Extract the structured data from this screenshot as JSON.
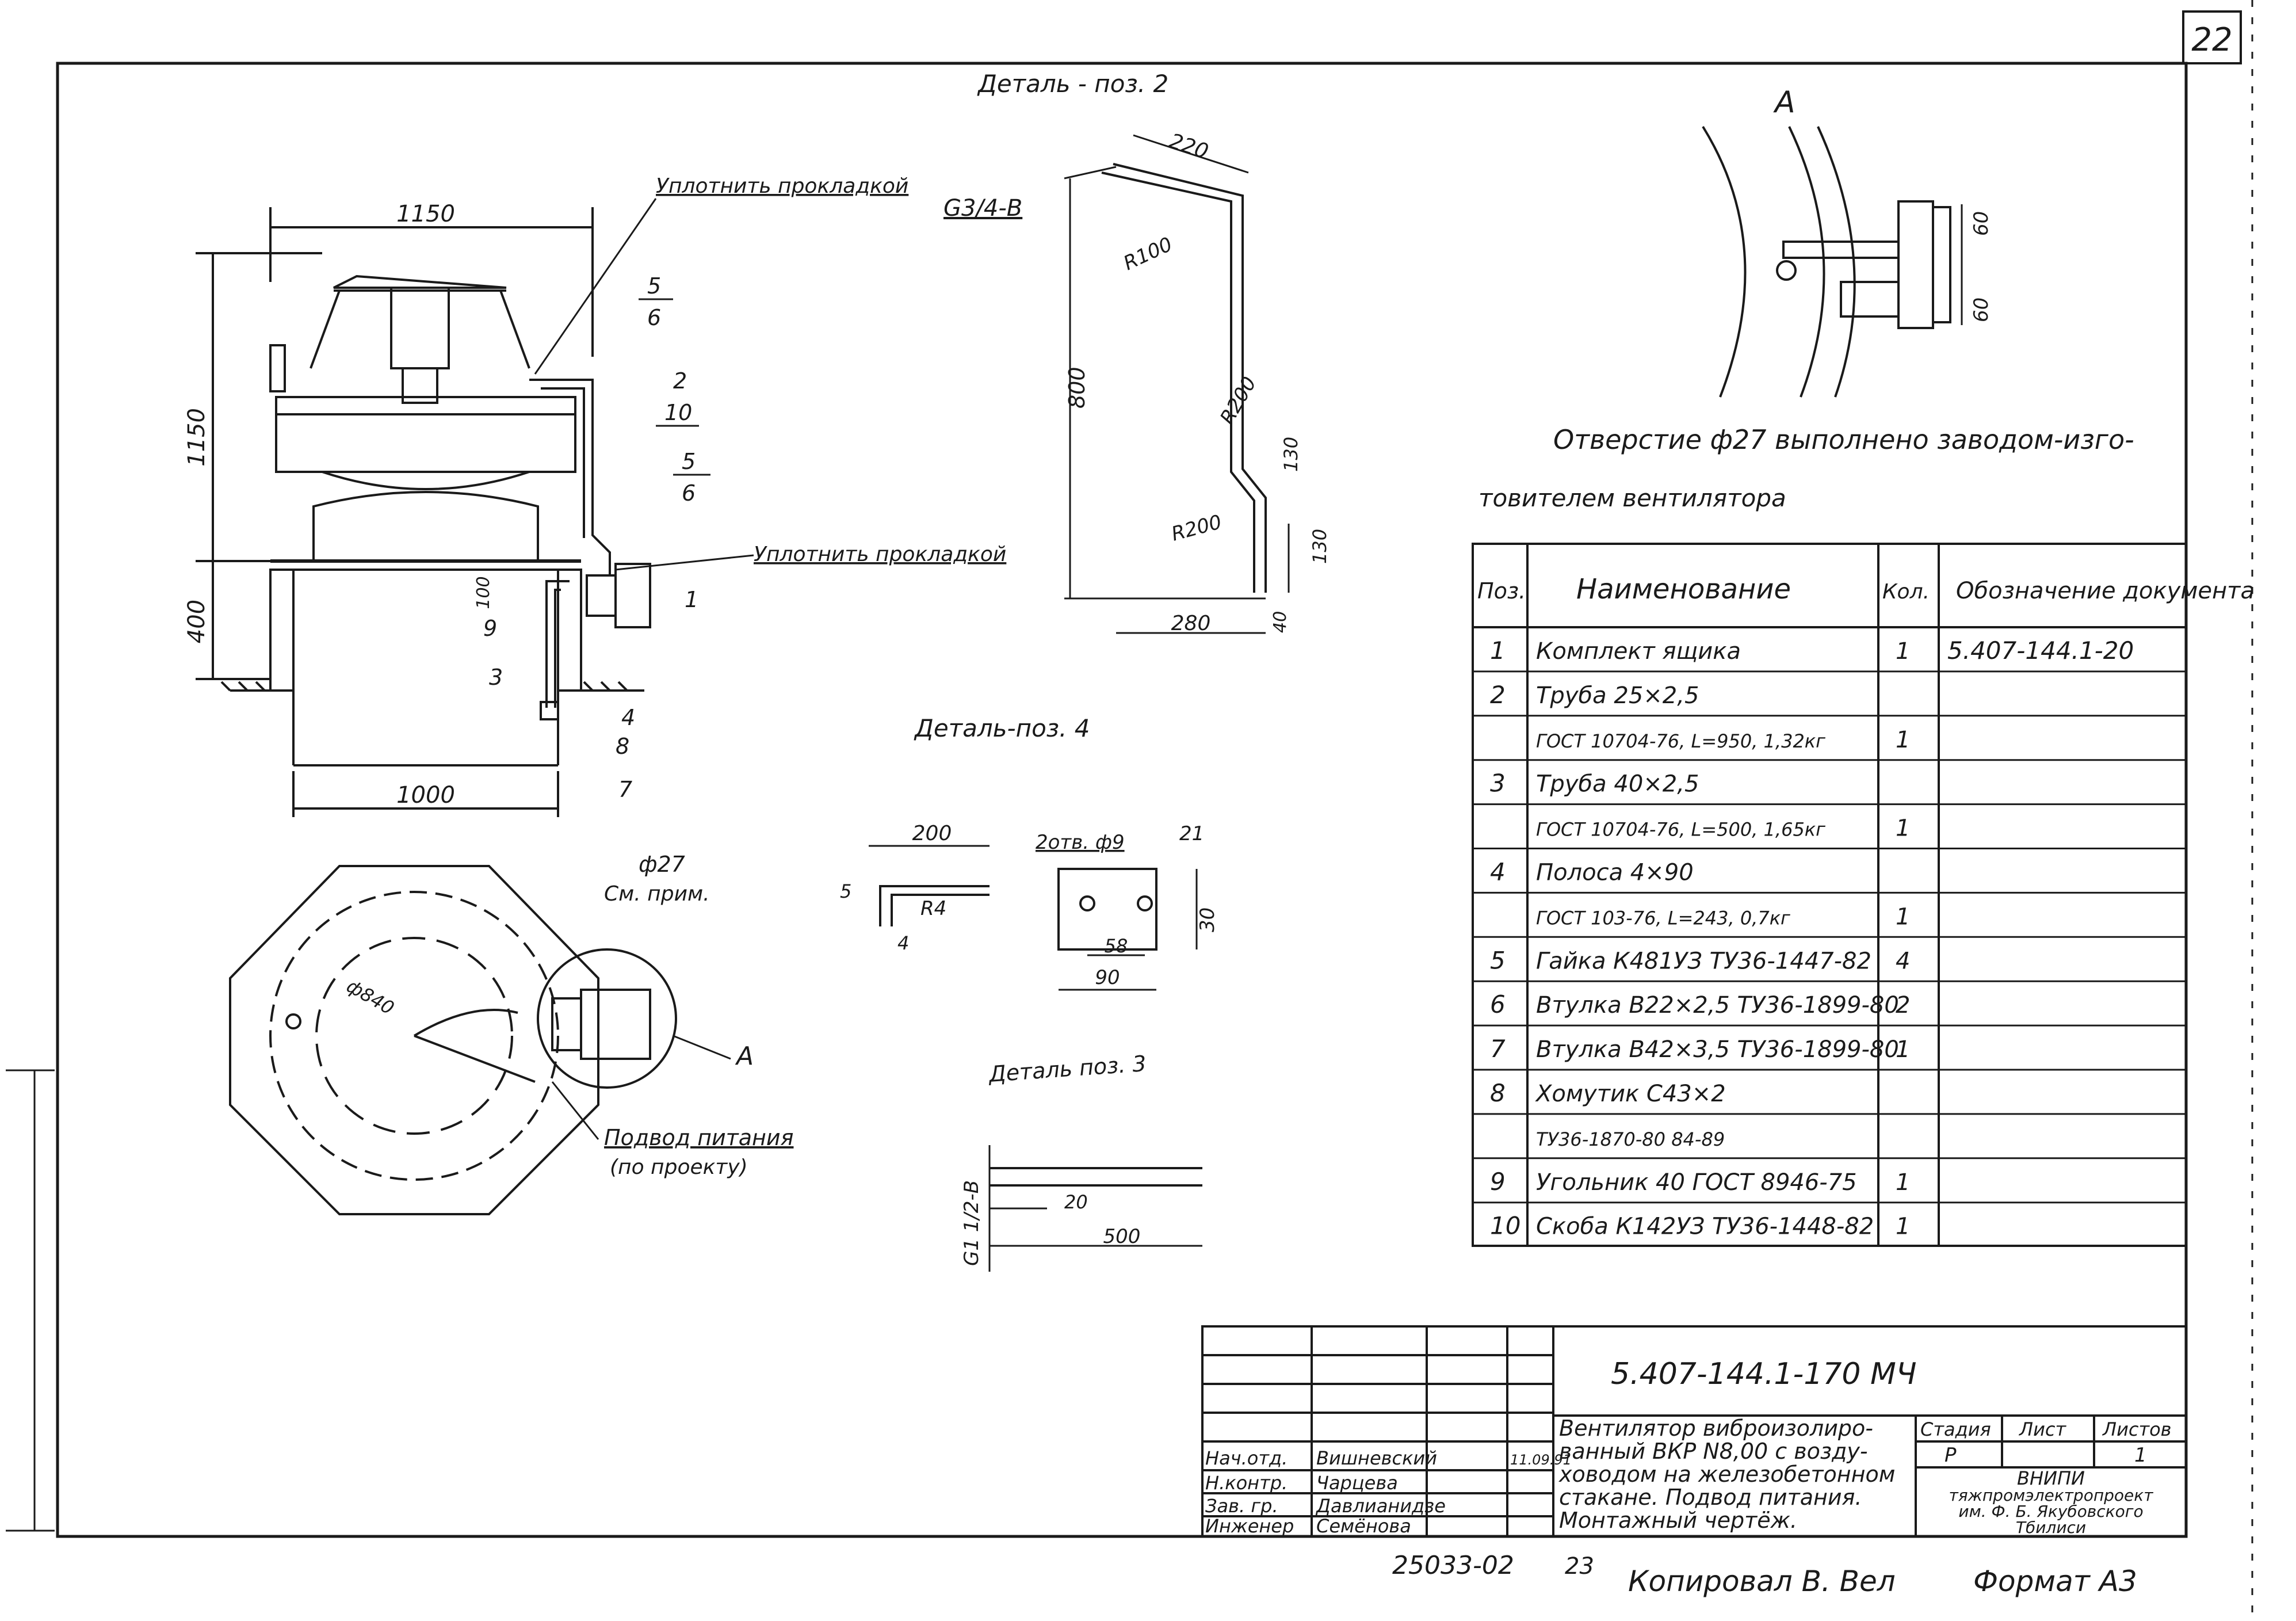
{
  "sheet": {
    "page_number": "22",
    "bottom_number": "25033-02",
    "bottom_number_2": "23",
    "copied_by": "Копировал  В. Вел",
    "format": "Формат  А3"
  },
  "details": {
    "detail2_title": "Деталь - поз. 2",
    "detail4_title": "Деталь-поз. 4",
    "detail3_title": "Деталь поз. 3",
    "view_a_label": "А",
    "main_top_width": "1150",
    "main_height": "1150",
    "main_lower_height": "400",
    "main_bottom_width": "1000",
    "main_dim_100": "100",
    "seal_note_1": "Уплотнить прокладкой",
    "seal_note_2": "Уплотнить прокладкой",
    "thread_top": "G3/4-В",
    "d2_220": "220",
    "d2_r100": "R100",
    "d2_800": "800",
    "d2_r200a": "R200",
    "d2_130a": "130",
    "d2_r200b": "R200",
    "d2_130b": "130",
    "d2_280": "280",
    "d2_40": "40",
    "plan_d27": "ф27",
    "plan_note": "См. прим.",
    "plan_d840": "ф840",
    "plan_a": "А",
    "power_supply": "Подвод питания",
    "power_supply_2": "(по проекту)",
    "d4_200": "200",
    "d4_hole": "2отв. ф9",
    "d4_21": "21",
    "d4_r4": "R4",
    "d4_5": "5",
    "d4_4": "4",
    "d4_30": "30",
    "d4_58": "58",
    "d4_90": "90",
    "d3_20": "20",
    "d3_500": "500",
    "d3_thread": "G1 1/2-В",
    "va_60a": "60",
    "va_60b": "60",
    "hole_note_1": "Отверстие ф27 выполнено заводом-изго-",
    "hole_note_2": "товителем вентилятора"
  },
  "callouts": [
    "5",
    "6",
    "2",
    "10",
    "5",
    "6",
    "1",
    "9",
    "3",
    "4",
    "8",
    "7"
  ],
  "spec_table": {
    "headers": [
      "Поз.",
      "Наименование",
      "Кол.",
      "Обозначение документа"
    ],
    "rows": [
      [
        "1",
        "Комплект ящика",
        "1",
        "5.407-144.1-20"
      ],
      [
        "2",
        "Труба 25×2,5",
        "",
        ""
      ],
      [
        "",
        "ГОСТ 10704-76, L=950, 1,32кг",
        "1",
        ""
      ],
      [
        "3",
        "Труба 40×2,5",
        "",
        ""
      ],
      [
        "",
        "ГОСТ 10704-76, L=500, 1,65кг",
        "1",
        ""
      ],
      [
        "4",
        "Полоса 4×90",
        "",
        ""
      ],
      [
        "",
        "ГОСТ 103-76, L=243, 0,7кг",
        "1",
        ""
      ],
      [
        "5",
        "Гайка К481УЗ ТУ36-1447-82",
        "4",
        ""
      ],
      [
        "6",
        "Втулка В22×2,5 ТУ36-1899-80",
        "2",
        ""
      ],
      [
        "7",
        "Втулка В42×3,5 ТУ36-1899-80",
        "1",
        ""
      ],
      [
        "8",
        "Хомутик С43×2",
        "",
        ""
      ],
      [
        "",
        "ТУ36-1870-80 84-89",
        "",
        ""
      ],
      [
        "9",
        "Угольник 40 ГОСТ 8946-75",
        "1",
        ""
      ],
      [
        "10",
        "Скоба К142УЗ ТУ36-1448-82",
        "1",
        ""
      ]
    ]
  },
  "title_block": {
    "code": "5.407-144.1-170 МЧ",
    "title_lines": [
      "Вентилятор виброизолиро-",
      "ванный ВКР N8,00 с возду-",
      "ховодом на железобетонном",
      "стакане. Подвод питания.",
      "Монтажный чертёж."
    ],
    "stage_h": "Стадия",
    "sheet_h": "Лист",
    "sheets_h": "Листов",
    "stage": "Р",
    "sheets": "1",
    "org_lines": [
      "ВНИПИ",
      "тяжпромэлектропроект",
      "им. Ф. Б. Якубовского",
      "Тбилиси"
    ],
    "people": [
      {
        "role": "Нач.отд.",
        "name": "Вишневский",
        "date": "11.09.91"
      },
      {
        "role": "Н.контр.",
        "name": "Чарцева",
        "date": ""
      },
      {
        "role": "Зав. гр.",
        "name": "Давлианидзе",
        "date": ""
      },
      {
        "role": "Инженер",
        "name": "Семёнова",
        "date": ""
      }
    ]
  }
}
